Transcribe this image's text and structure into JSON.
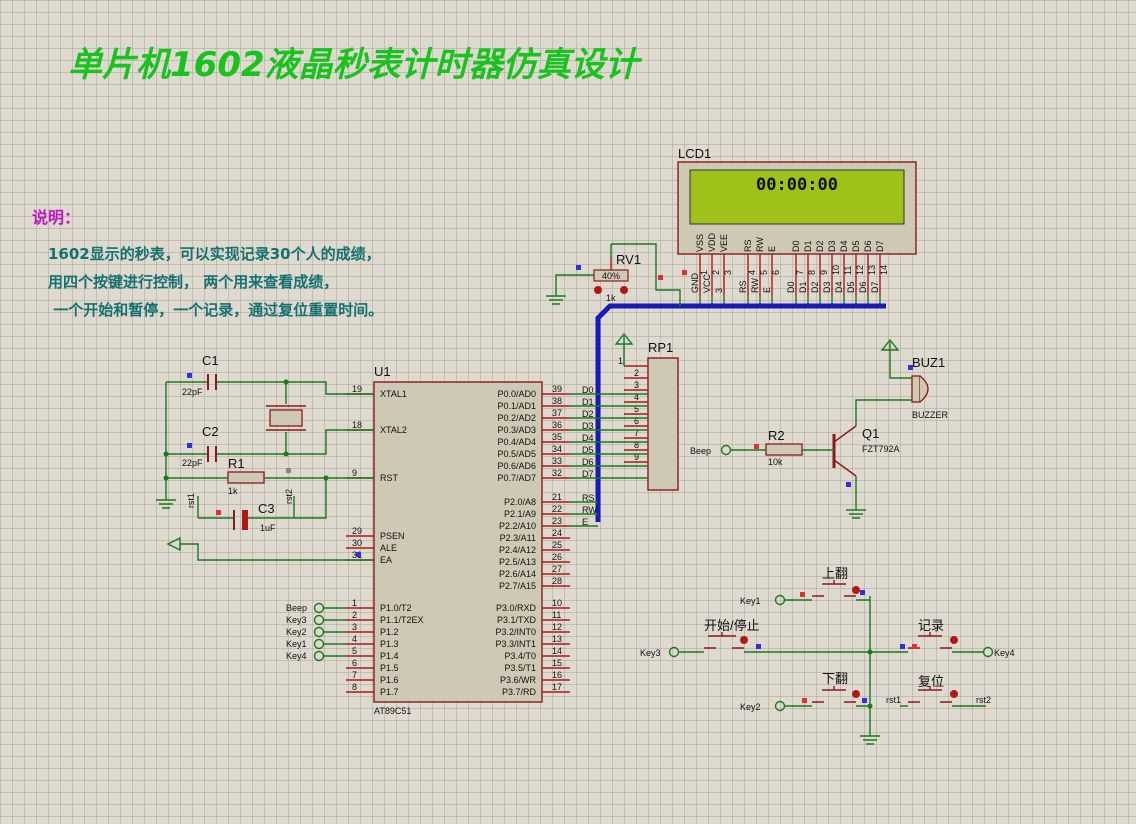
{
  "title": "单片机1602液晶秒表计时器仿真设计",
  "notes": {
    "heading": "说明：",
    "lines": [
      "1602显示的秒表，可以实现记录30个人的成绩，",
      "用四个按键进行控制，  两个用来查看成绩，",
      " 一个开始和暂停，一个记录，通过复位重置时间。"
    ]
  },
  "lcd": {
    "ref": "LCD1",
    "display": "00:00:00",
    "pin_labels": [
      "VSS",
      "VDD",
      "VEE",
      "RS",
      "RW",
      "E",
      "D0",
      "D1",
      "D2",
      "D3",
      "D4",
      "D5",
      "D6",
      "D7"
    ],
    "pin_nets": [
      "GND",
      "VCC",
      "3",
      "RS",
      "RW",
      "E",
      "D0",
      "D1",
      "D2",
      "D3",
      "D4",
      "D5",
      "D6",
      "D7"
    ],
    "pin_numbers": [
      "1",
      "2",
      "3",
      "4",
      "5",
      "6",
      "7",
      "8",
      "9",
      "10",
      "11",
      "12",
      "13",
      "14"
    ]
  },
  "rv1": {
    "ref": "RV1",
    "value": "1k",
    "percent": "40%"
  },
  "rp1": {
    "ref": "RP1",
    "pins": [
      "1",
      "2",
      "3",
      "4",
      "5",
      "6",
      "7",
      "8",
      "9"
    ]
  },
  "buzzer": {
    "ref": "BUZ1",
    "type": "BUZZER"
  },
  "q1": {
    "ref": "Q1",
    "type": "FZT792A"
  },
  "r2": {
    "ref": "R2",
    "value": "10k",
    "net": "Beep"
  },
  "c1": {
    "ref": "C1",
    "value": "22pF"
  },
  "c2": {
    "ref": "C2",
    "value": "22pF"
  },
  "r1": {
    "ref": "R1",
    "value": "1k"
  },
  "c3": {
    "ref": "C3",
    "value": "1uF"
  },
  "rst_labels": [
    "rst1",
    "rst2"
  ],
  "mcu": {
    "ref": "U1",
    "part": "AT89C51",
    "left_pins": [
      {
        "num": "19",
        "name": "XTAL1"
      },
      {
        "num": "18",
        "name": "XTAL2"
      },
      {
        "num": "9",
        "name": "RST"
      },
      {
        "num": "29",
        "name": "PSEN"
      },
      {
        "num": "30",
        "name": "ALE"
      },
      {
        "num": "31",
        "name": "EA"
      },
      {
        "num": "1",
        "name": "P1.0/T2"
      },
      {
        "num": "2",
        "name": "P1.1/T2EX"
      },
      {
        "num": "3",
        "name": "P1.2"
      },
      {
        "num": "4",
        "name": "P1.3"
      },
      {
        "num": "5",
        "name": "P1.4"
      },
      {
        "num": "6",
        "name": "P1.5"
      },
      {
        "num": "7",
        "name": "P1.6"
      },
      {
        "num": "8",
        "name": "P1.7"
      }
    ],
    "right_pins": [
      {
        "num": "39",
        "name": "P0.0/AD0",
        "net": "D0"
      },
      {
        "num": "38",
        "name": "P0.1/AD1",
        "net": "D1"
      },
      {
        "num": "37",
        "name": "P0.2/AD2",
        "net": "D2"
      },
      {
        "num": "36",
        "name": "P0.3/AD3",
        "net": "D3"
      },
      {
        "num": "35",
        "name": "P0.4/AD4",
        "net": "D4"
      },
      {
        "num": "34",
        "name": "P0.5/AD5",
        "net": "D5"
      },
      {
        "num": "33",
        "name": "P0.6/AD6",
        "net": "D6"
      },
      {
        "num": "32",
        "name": "P0.7/AD7",
        "net": "D7"
      },
      {
        "num": "21",
        "name": "P2.0/A8",
        "net": "RS"
      },
      {
        "num": "22",
        "name": "P2.1/A9",
        "net": "RW"
      },
      {
        "num": "23",
        "name": "P2.2/A10",
        "net": "E"
      },
      {
        "num": "24",
        "name": "P2.3/A11",
        "net": ""
      },
      {
        "num": "25",
        "name": "P2.4/A12",
        "net": ""
      },
      {
        "num": "26",
        "name": "P2.5/A13",
        "net": ""
      },
      {
        "num": "27",
        "name": "P2.6/A14",
        "net": ""
      },
      {
        "num": "28",
        "name": "P2.7/A15",
        "net": ""
      },
      {
        "num": "10",
        "name": "P3.0/RXD",
        "net": ""
      },
      {
        "num": "11",
        "name": "P3.1/TXD",
        "net": ""
      },
      {
        "num": "12",
        "name": "P3.2/INT0",
        "net": ""
      },
      {
        "num": "13",
        "name": "P3.3/INT1",
        "net": ""
      },
      {
        "num": "14",
        "name": "P3.4/T0",
        "net": ""
      },
      {
        "num": "15",
        "name": "P3.5/T1",
        "net": ""
      },
      {
        "num": "16",
        "name": "P3.6/WR",
        "net": ""
      },
      {
        "num": "17",
        "name": "P3.7/RD",
        "net": ""
      }
    ],
    "port1_nets": [
      "Beep",
      "Key3",
      "Key2",
      "Key1",
      "Key4"
    ]
  },
  "buttons": {
    "up": {
      "label": "上翻",
      "net": "Key1"
    },
    "start": {
      "label": "开始/停止",
      "net": "Key3"
    },
    "record": {
      "label": "记录",
      "net": "Key4"
    },
    "down": {
      "label": "下翻",
      "net": "Key2"
    },
    "reset": {
      "label": "复位",
      "net_left": "rst1",
      "net_right": "rst2"
    }
  }
}
